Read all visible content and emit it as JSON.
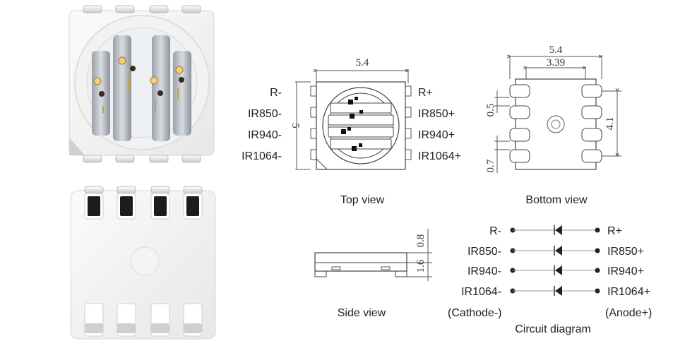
{
  "top_view": {
    "caption": "Top view",
    "width_dim": "5.4",
    "height_dim": "5",
    "left_pins": [
      "R-",
      "IR850-",
      "IR940-",
      "IR1064-"
    ],
    "right_pins": [
      "R+",
      "IR850+",
      "IR940+",
      "IR1064+"
    ]
  },
  "bottom_view": {
    "caption": "Bottom view",
    "outer_width_dim": "5.4",
    "inner_width_dim": "3.39",
    "pad_height_dim": "0.5",
    "pitch_dim": "0.7",
    "height_dim": "4.1"
  },
  "side_view": {
    "caption": "Side view",
    "top_dim": "0.8",
    "total_dim": "1.6"
  },
  "circuit": {
    "caption": "Circuit diagram",
    "cathode_label": "(Cathode-)",
    "anode_label": "(Anode+)",
    "left_labels": [
      "R-",
      "IR850-",
      "IR940-",
      "IR1064-"
    ],
    "right_labels": [
      "R+",
      "IR850+",
      "IR940+",
      "IR1064+"
    ]
  }
}
